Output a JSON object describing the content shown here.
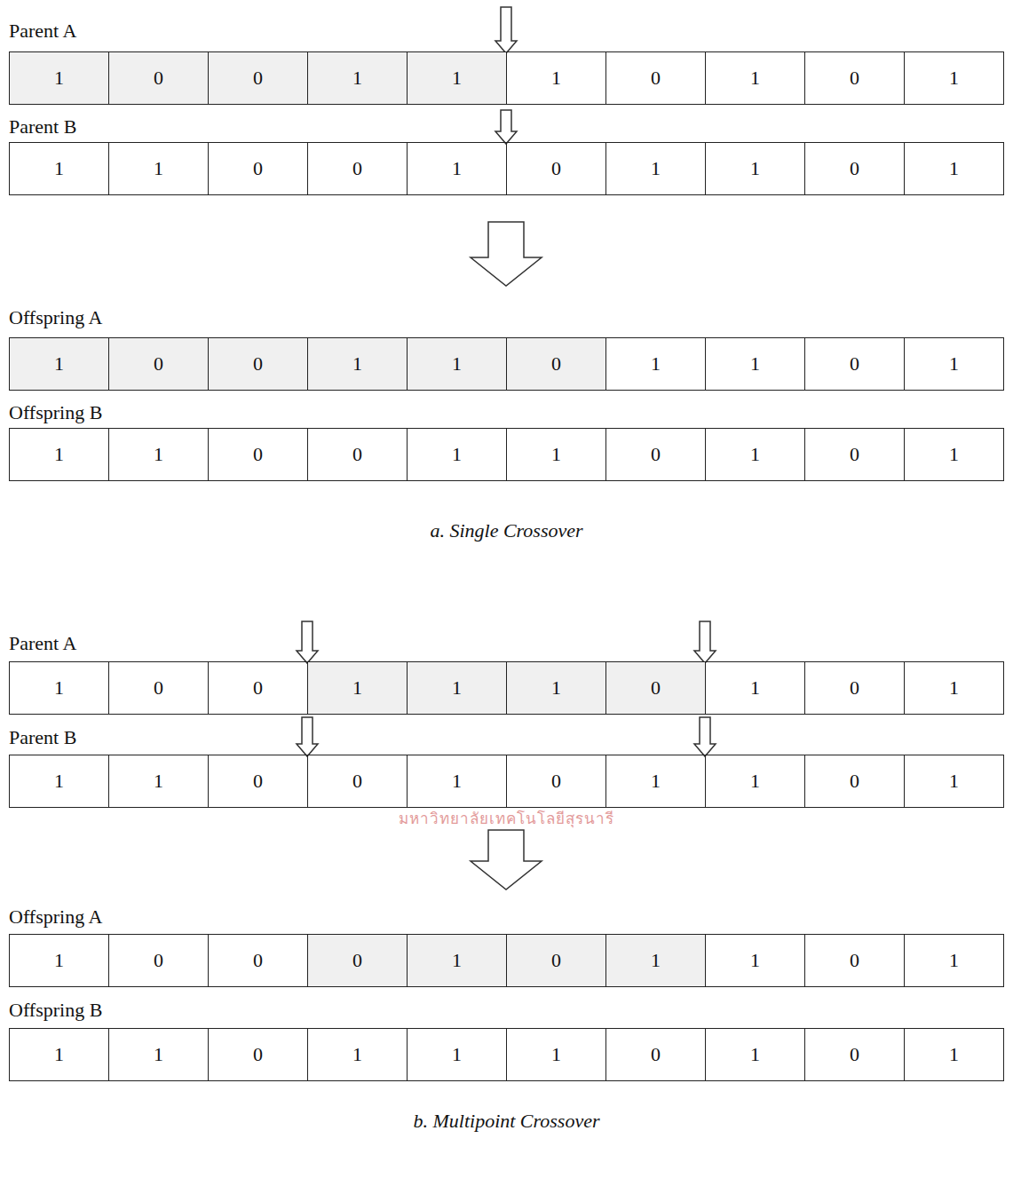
{
  "diagram": {
    "nodes": [
      {
        "text": [
          "Parent A"
        ]
      },
      {
        "text": [
          "1"
        ],
        "in": 0
      },
      {
        "text": [
          "0"
        ],
        "in": 0
      },
      {
        "text": [
          "0"
        ],
        "in": 0
      },
      {
        "text": [
          "1"
        ],
        "in": 0
      },
      {
        "text": [
          "1"
        ],
        "in": 0
      },
      {
        "text": [
          "1"
        ],
        "in": 0
      },
      {
        "text": [
          "0"
        ],
        "in": 0
      },
      {
        "text": [
          "1"
        ],
        "in": 0
      },
      {
        "text": [
          "0"
        ],
        "in": 0
      },
      {
        "text": [
          "1"
        ],
        "in": 0
      },
      {
        "text": [
          "Parent B"
        ]
      },
      {
        "text": [
          "1"
        ],
        "in": 11
      },
      {
        "text": [
          "1"
        ],
        "in": 11
      },
      {
        "text": [
          "0"
        ],
        "in": 11
      },
      {
        "text": [
          "0"
        ],
        "in": 11
      },
      {
        "text": [
          "1"
        ],
        "in": 11
      },
      {
        "text": [
          "0"
        ],
        "in": 11
      },
      {
        "text": [
          "1"
        ],
        "in": 11
      },
      {
        "text": [
          "1"
        ],
        "in": 11
      },
      {
        "text": [
          "0"
        ],
        "in": 11
      },
      {
        "text": [
          "1"
        ],
        "in": 11
      },
      {
        "text": [
          "Offspring A"
        ]
      },
      {
        "text": [
          "1"
        ],
        "in": 22
      },
      {
        "text": [
          "0"
        ],
        "in": 22
      },
      {
        "text": [
          "0"
        ],
        "in": 22
      },
      {
        "text": [
          "1"
        ],
        "in": 22
      },
      {
        "text": [
          "1"
        ],
        "in": 22
      },
      {
        "text": [
          "0"
        ],
        "in": 22
      },
      {
        "text": [
          "1"
        ],
        "in": 22
      },
      {
        "text": [
          "1"
        ],
        "in": 22
      },
      {
        "text": [
          "0"
        ],
        "in": 22
      },
      {
        "text": [
          "1"
        ],
        "in": 22
      },
      {
        "text": [
          "Offspring B"
        ]
      },
      {
        "text": [
          "1"
        ],
        "in": 33
      },
      {
        "text": [
          "1"
        ],
        "in": 33
      },
      {
        "text": [
          "0"
        ],
        "in": 33
      },
      {
        "text": [
          "0"
        ],
        "in": 33
      },
      {
        "text": [
          "1"
        ],
        "in": 33
      },
      {
        "text": [
          "1"
        ],
        "in": 33
      },
      {
        "text": [
          "0"
        ],
        "in": 33
      },
      {
        "text": [
          "1"
        ],
        "in": 33
      },
      {
        "text": [
          "0"
        ],
        "in": 33
      },
      {
        "text": [
          "1"
        ],
        "in": 33
      },
      {
        "text": [
          "Parent A"
        ]
      },
      {
        "text": [
          "1"
        ],
        "in": 44
      },
      {
        "text": [
          "0"
        ],
        "in": 44
      },
      {
        "text": [
          "0"
        ],
        "in": 44
      },
      {
        "text": [
          "1"
        ],
        "in": 44
      },
      {
        "text": [
          "1"
        ],
        "in": 44
      },
      {
        "text": [
          "1"
        ],
        "in": 44
      },
      {
        "text": [
          "0"
        ],
        "in": 44
      },
      {
        "text": [
          "1"
        ],
        "in": 44
      },
      {
        "text": [
          "0"
        ],
        "in": 44
      },
      {
        "text": [
          "1"
        ],
        "in": 44
      },
      {
        "text": [
          "Parent B"
        ]
      },
      {
        "text": [
          "1"
        ],
        "in": 55
      },
      {
        "text": [
          "1"
        ],
        "in": 55
      },
      {
        "text": [
          "0"
        ],
        "in": 55
      },
      {
        "text": [
          "0"
        ],
        "in": 55
      },
      {
        "text": [
          "1"
        ],
        "in": 55
      },
      {
        "text": [
          "0"
        ],
        "in": 55
      },
      {
        "text": [
          "1"
        ],
        "in": 55
      },
      {
        "text": [
          "1"
        ],
        "in": 55
      },
      {
        "text": [
          "0"
        ],
        "in": 55
      },
      {
        "text": [
          "1"
        ],
        "in": 55
      },
      {
        "text": [
          "Offspring A"
        ]
      },
      {
        "text": [
          "1"
        ],
        "in": 66
      },
      {
        "text": [
          "0"
        ],
        "in": 66
      },
      {
        "text": [
          "0"
        ],
        "in": 66
      },
      {
        "text": [
          "0"
        ],
        "in": 66
      },
      {
        "text": [
          "1"
        ],
        "in": 66
      },
      {
        "text": [
          "0"
        ],
        "in": 66
      },
      {
        "text": [
          "1"
        ],
        "in": 66
      },
      {
        "text": [
          "1"
        ],
        "in": 66
      },
      {
        "text": [
          "0"
        ],
        "in": 66
      },
      {
        "text": [
          "1"
        ],
        "in": 66
      },
      {
        "text": [
          "Offspring B"
        ]
      },
      {
        "text": [
          "1"
        ],
        "in": 77
      },
      {
        "text": [
          "1"
        ],
        "in": 77
      },
      {
        "text": [
          "0"
        ],
        "in": 77
      },
      {
        "text": [
          "1"
        ],
        "in": 77
      },
      {
        "text": [
          "1"
        ],
        "in": 77
      },
      {
        "text": [
          "1"
        ],
        "in": 77
      },
      {
        "text": [
          "0"
        ],
        "in": 77
      },
      {
        "text": [
          "1"
        ],
        "in": 77
      },
      {
        "text": [
          "0"
        ],
        "in": 77
      },
      {
        "text": [
          "1"
        ],
        "in": 77
      }
    ],
    "labels": [
      "a. Single Crossover",
      "b. Multipoint Crossover",
      "มหาวิทยาลัยเทคโนโลยีสุรนารี"
    ]
  }
}
